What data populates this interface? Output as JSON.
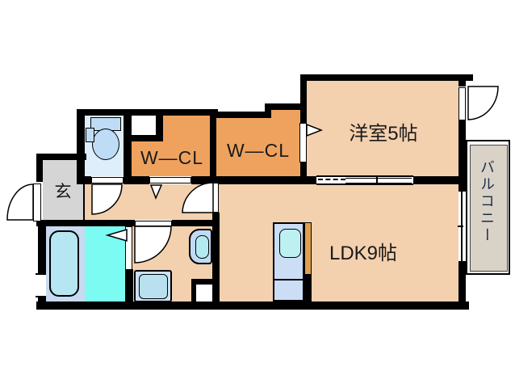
{
  "rooms": {
    "genkan": {
      "label": "玄"
    },
    "wcl1": {
      "label": "W―CL"
    },
    "wcl2": {
      "label": "W―CL"
    },
    "yoshitsu": {
      "label": "洋室5帖"
    },
    "ldk": {
      "label": "LDK9帖"
    },
    "balcony": {
      "label": "バルコニー"
    }
  },
  "fixtures": [
    "toilet",
    "bathtub",
    "washing-machine",
    "washbasin",
    "kitchen-sink",
    "pipe-space"
  ],
  "colors": {
    "floor": "#F3D0AE",
    "closet_orange": "#EFA25E",
    "toilet_room_blue": "#DEEFFB",
    "fixture_blue": "#BFDCF6",
    "genkan_gray": "#D5D5D5",
    "bath_panel_blue": "#C7DAEF",
    "bath_floor_cyan": "#7CFBF2",
    "bathtub_blue": "#B5E6F2",
    "kitchen_unit_blue": "#CBDEF5",
    "kitchen_counter_orange": "#E0A050",
    "sink_cyan": "#BDF1F1",
    "balcony_fill": "#D9D2C6",
    "wall_black": "#000000",
    "balcony_text": "#1C2B4A"
  }
}
